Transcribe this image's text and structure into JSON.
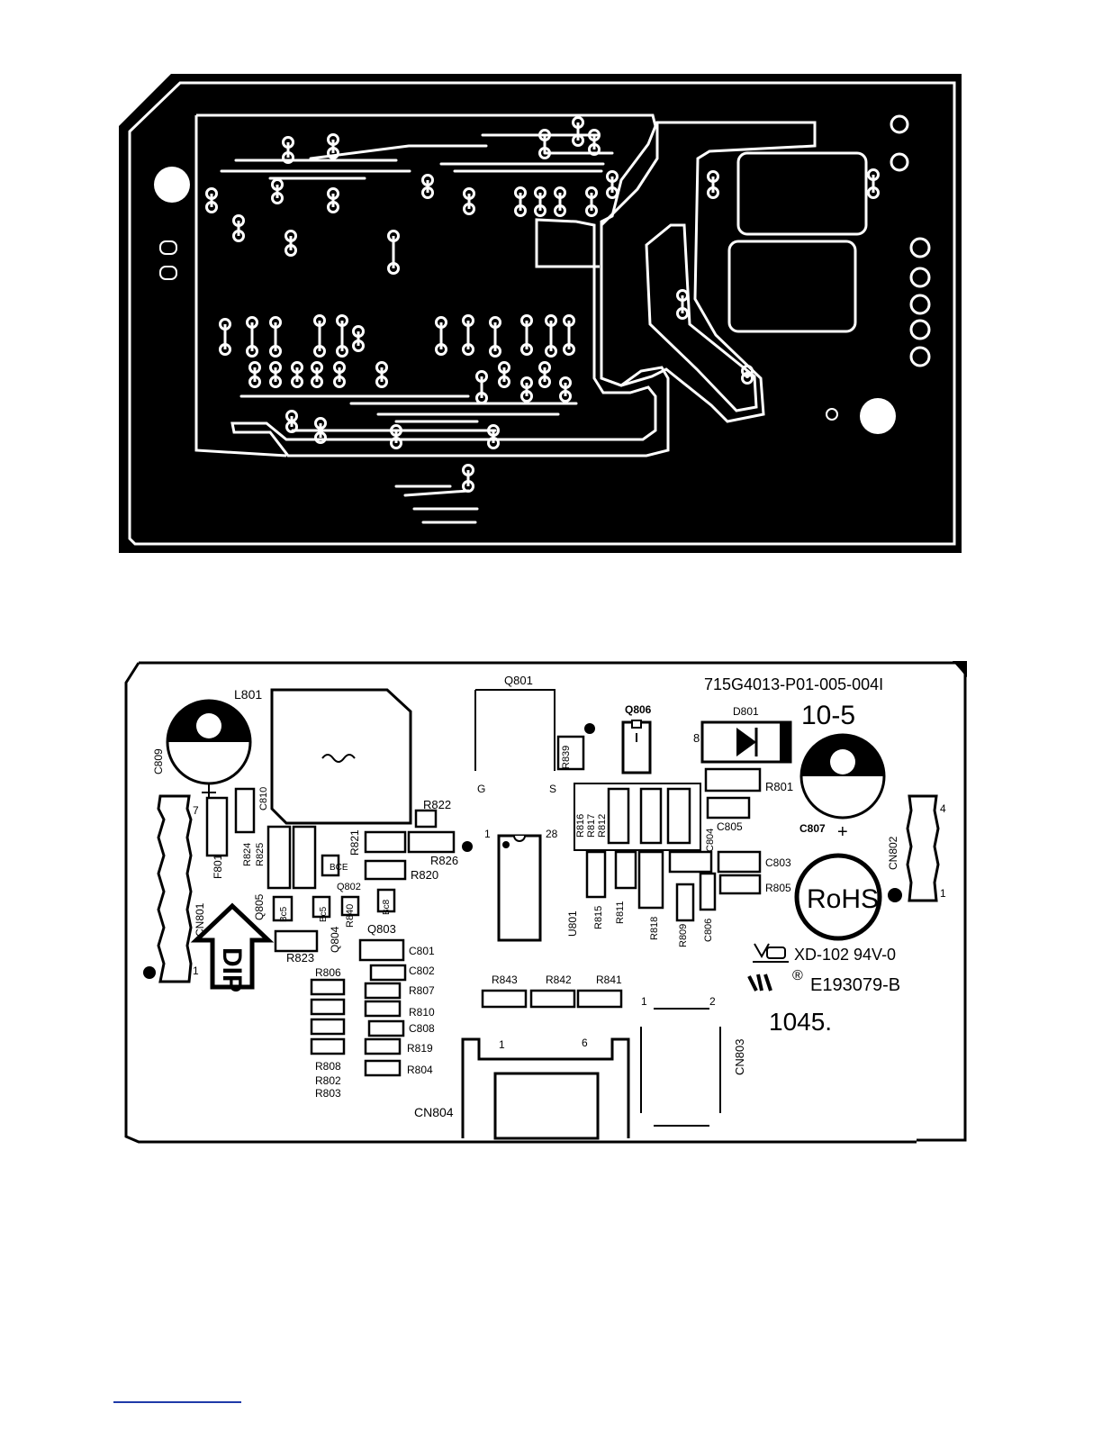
{
  "colors": {
    "ink": "#000000",
    "paper": "#ffffff",
    "footer_rule": "#1f3aa8"
  },
  "silkscreen": {
    "board_number": "715G4013-P01-005-004I",
    "revision": "10-5",
    "rohs": "RoHS",
    "dip": "DIP",
    "material": "XD-102 94V-0",
    "ul_file": "E193079-B",
    "date_code": "1045.",
    "ul_logo": "ul-recognized-logo",
    "registered_mark": "®"
  },
  "components": {
    "L801": "L801",
    "C809": "C809",
    "C810": "C810",
    "F801": "F801",
    "R824": "R824",
    "R825": "R825",
    "CN801": "CN801",
    "Q805": "Q805",
    "Q804": "Q804",
    "R823": "R823",
    "R840": "R840",
    "Q802": "Q802",
    "Q803": "Q803",
    "R821": "R821",
    "R822": "R822",
    "R826": "R826",
    "R820": "R820",
    "C801": "C801",
    "C802": "C802",
    "R807": "R807",
    "R810": "R810",
    "C808": "C808",
    "R819": "R819",
    "R804": "R804",
    "R806": "R806",
    "R808": "R808",
    "R802": "R802",
    "R803": "R803",
    "Q801": "Q801",
    "U801": "U801",
    "R815": "R815",
    "R811": "R811",
    "R818": "R818",
    "R809": "R809",
    "C806": "C806",
    "R816": "R816",
    "R817": "R817",
    "R812": "R812",
    "C804": "C804",
    "C805": "C805",
    "C803": "C803",
    "R805": "R805",
    "R801": "R801",
    "C807": "C807",
    "CN802": "CN802",
    "Q806": "Q806",
    "D801": "D801",
    "R839": "R839",
    "R843": "R843",
    "R842": "R842",
    "R841": "R841",
    "CN804": "CN804",
    "CN803": "CN803"
  },
  "pins": {
    "q801_g": "G",
    "q801_s": "S",
    "u801_pin1": "1",
    "u801_pin28": "28",
    "d801_pin": "8",
    "cn801_pin7": "7",
    "cn801_pin1": "1",
    "cn802_pin4": "4",
    "cn802_pin1": "1",
    "cn804_pin1": "1",
    "cn804_pin6": "6",
    "cn803_pin1": "1",
    "cn803_pin2": "2",
    "q802_pins": "BCE",
    "q805_pins": "Bc5",
    "q804_pins": "Bc5",
    "q803_pins": "Bc8",
    "cap_plus": "+"
  }
}
